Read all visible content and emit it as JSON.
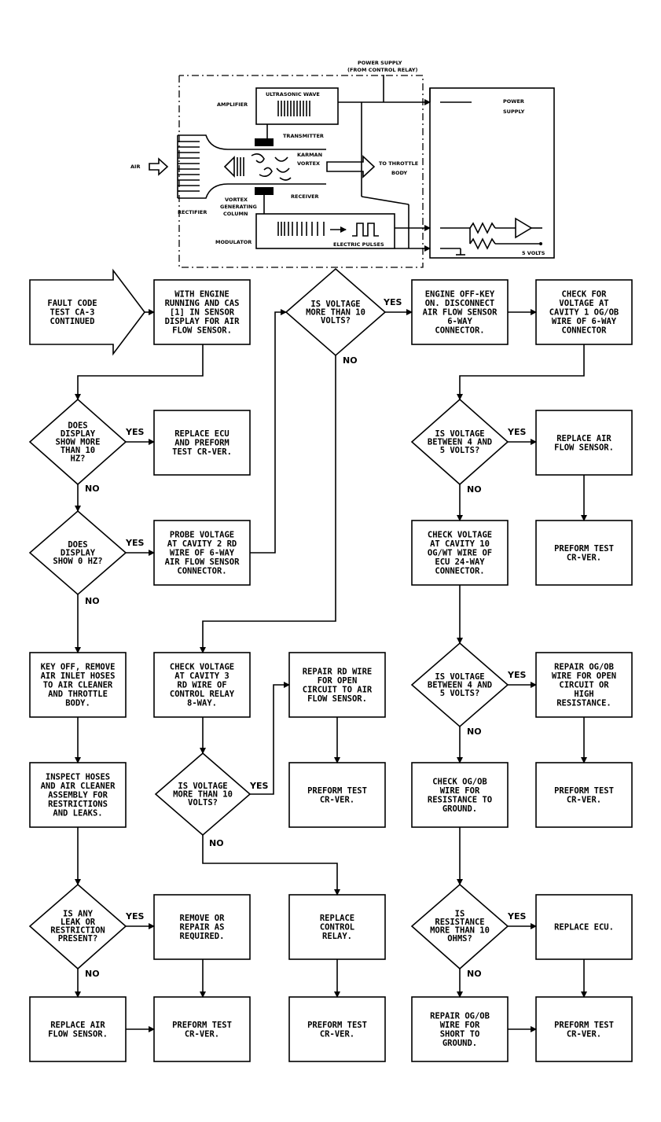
{
  "schematic": {
    "power_supply_top": [
      "POWER SUPPLY",
      "(FROM CONTROL RELAY)"
    ],
    "power_supply_right": [
      "POWER",
      "SUPPLY"
    ],
    "amplifier": "AMPLIFIER",
    "ultrasonic_wave": "ULTRASONIC WAVE",
    "transmitter": "TRANSMITTER",
    "karman_vortex": [
      "KARMAN",
      "VORTEX"
    ],
    "to_throttle_body": [
      "TO THROTTLE",
      "BODY"
    ],
    "air": "AIR",
    "rectifier": "RECTIFIER",
    "vortex_generating_column": [
      "VORTEX",
      "GENERATING",
      "COLUMN"
    ],
    "receiver": "RECEIVER",
    "modulator": "MODULATOR",
    "electric_pulses": "ELECTRIC PULSES",
    "five_volts": "5 VOLTS"
  },
  "flowchart": {
    "start": [
      "FAULT CODE",
      "TEST CA-3",
      "CONTINUED"
    ],
    "b_engine_running": [
      "WITH ENGINE",
      "RUNNING AND CAS",
      "[1] IN SENSOR",
      "DISPLAY FOR AIR",
      "FLOW SENSOR."
    ],
    "d_more_10hz": [
      "DOES",
      "DISPLAY",
      "SHOW MORE",
      "THAN 10",
      "HZ?"
    ],
    "b_replace_ecu_1": [
      "REPLACE ECU",
      "AND PREFORM",
      "TEST CR-VER."
    ],
    "d_0hz": [
      "DOES",
      "DISPLAY",
      "SHOW 0 HZ?"
    ],
    "b_probe_voltage": [
      "PROBE VOLTAGE",
      "AT CAVITY 2 RD",
      "WIRE OF 6-WAY",
      "AIR FLOW SENSOR",
      "CONNECTOR."
    ],
    "d_more_10v_top": [
      "IS VOLTAGE",
      "MORE THAN 10",
      "VOLTS?"
    ],
    "b_engine_off": [
      "ENGINE OFF-KEY",
      "ON. DISCONNECT",
      "AIR FLOW SENSOR",
      "6-WAY",
      "CONNECTOR."
    ],
    "b_check_cavity1": [
      "CHECK FOR",
      "VOLTAGE AT",
      "CAVITY 1 OG/OB",
      "WIRE OF 6-WAY",
      "CONNECTOR"
    ],
    "d_between_4_5_a": [
      "IS VOLTAGE",
      "BETWEEN 4 AND",
      "5 VOLTS?"
    ],
    "b_replace_afs_1": [
      "REPLACE AIR",
      "FLOW SENSOR."
    ],
    "b_check_cavity10": [
      "CHECK VOLTAGE",
      "AT CAVITY 10",
      "OG/WT WIRE OF",
      "ECU 24-WAY",
      "CONNECTOR."
    ],
    "b_pt_a": [
      "PREFORM TEST",
      "CR-VER."
    ],
    "b_key_off": [
      "KEY OFF, REMOVE",
      "AIR INLET HOSES",
      "TO AIR CLEANER",
      "AND THROTTLE",
      "BODY."
    ],
    "b_check_cavity3": [
      "CHECK VOLTAGE",
      "AT CAVITY 3",
      "RD WIRE OF",
      "CONTROL RELAY",
      "8-WAY."
    ],
    "b_repair_rd": [
      "REPAIR RD WIRE",
      "FOR OPEN",
      "CIRCUIT TO AIR",
      "FLOW SENSOR."
    ],
    "d_between_4_5_b": [
      "IS VOLTAGE",
      "BETWEEN 4 AND",
      "5 VOLTS?"
    ],
    "b_repair_og_open": [
      "REPAIR OG/OB",
      "WIRE FOR OPEN",
      "CIRCUIT OR",
      "HIGH",
      "RESISTANCE."
    ],
    "b_inspect_hoses": [
      "INSPECT HOSES",
      "AND AIR CLEANER",
      "ASSEMBLY FOR",
      "RESTRICTIONS",
      "AND LEAKS."
    ],
    "d_more_10v_mid": [
      "IS VOLTAGE",
      "MORE THAN 10",
      "VOLTS?"
    ],
    "b_pt_b": [
      "PREFORM TEST",
      "CR-VER."
    ],
    "b_check_og_ground": [
      "CHECK OG/OB",
      "WIRE FOR",
      "RESISTANCE TO",
      "GROUND."
    ],
    "b_pt_c": [
      "PREFORM TEST",
      "CR-VER."
    ],
    "d_leak": [
      "IS ANY",
      "LEAK OR",
      "RESTRICTION",
      "PRESENT?"
    ],
    "b_remove_repair": [
      "REMOVE OR",
      "REPAIR AS",
      "REQUIRED."
    ],
    "b_replace_relay": [
      "REPLACE",
      "CONTROL",
      "RELAY."
    ],
    "d_resistance": [
      "IS",
      "RESISTANCE",
      "MORE THAN 10",
      "OHMS?"
    ],
    "b_replace_ecu_2": [
      "REPLACE ECU."
    ],
    "b_replace_afs_2": [
      "REPLACE AIR",
      "FLOW SENSOR."
    ],
    "b_pt_d": [
      "PREFORM TEST",
      "CR-VER."
    ],
    "b_pt_e": [
      "PREFORM TEST",
      "CR-VER."
    ],
    "b_repair_short": [
      "REPAIR OG/OB",
      "WIRE FOR",
      "SHORT TO",
      "GROUND."
    ],
    "b_pt_f": [
      "PREFORM TEST",
      "CR-VER."
    ],
    "yes": "YES",
    "no": "NO"
  }
}
